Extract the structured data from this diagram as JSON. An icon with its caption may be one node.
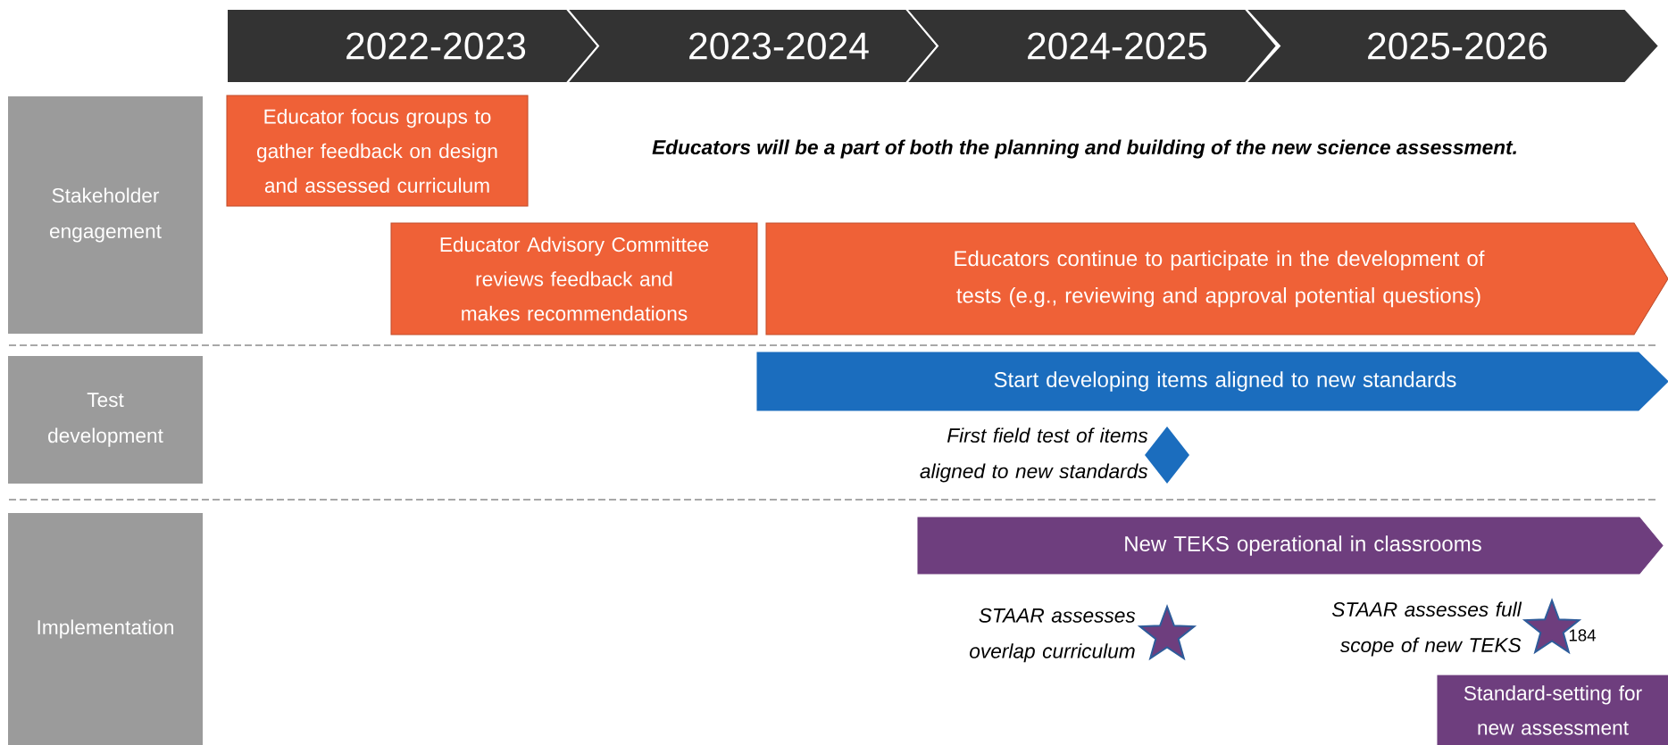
{
  "diagram": {
    "nodes": [
      {
        "text": [
          "2022-2023"
        ]
      },
      {
        "text": [
          "2023-2024"
        ]
      },
      {
        "text": [
          "2024-2025"
        ]
      },
      {
        "text": [
          "2025-2026"
        ]
      },
      {
        "text": [
          "Stakeholder engagement"
        ]
      },
      {
        "text": [
          "Educator focus groups to gather feedback on design and assessed curriculum"
        ]
      },
      {
        "text": [
          "Educator Advisory Committee reviews feedback and makes recommendations"
        ]
      },
      {
        "text": [
          "Educators continue to participate in the development of tests (e.g., reviewing and approval potential questions)"
        ]
      },
      {
        "text": [
          "Test development"
        ]
      },
      {
        "text": [
          "Start developing items aligned to new standards"
        ]
      },
      {
        "text": [],
        "shape": "diamond",
        "beside": [
          "First field test of items aligned to new standards"
        ]
      },
      {
        "text": [
          "Implementation"
        ]
      },
      {
        "text": [
          "New TEKS operational in classrooms"
        ]
      },
      {
        "text": [],
        "shape": "star",
        "beside": [
          "STAAR assesses overlap curriculum"
        ]
      },
      {
        "text": [],
        "shape": "star",
        "beside": [
          "STAAR assesses full scope of new TEKS"
        ]
      },
      {
        "text": [
          "Standard-setting for new assessment"
        ]
      }
    ],
    "edges": [],
    "labels": [
      "Educators will be a part of both the planning and building of the new science assessment.",
      "184"
    ]
  }
}
